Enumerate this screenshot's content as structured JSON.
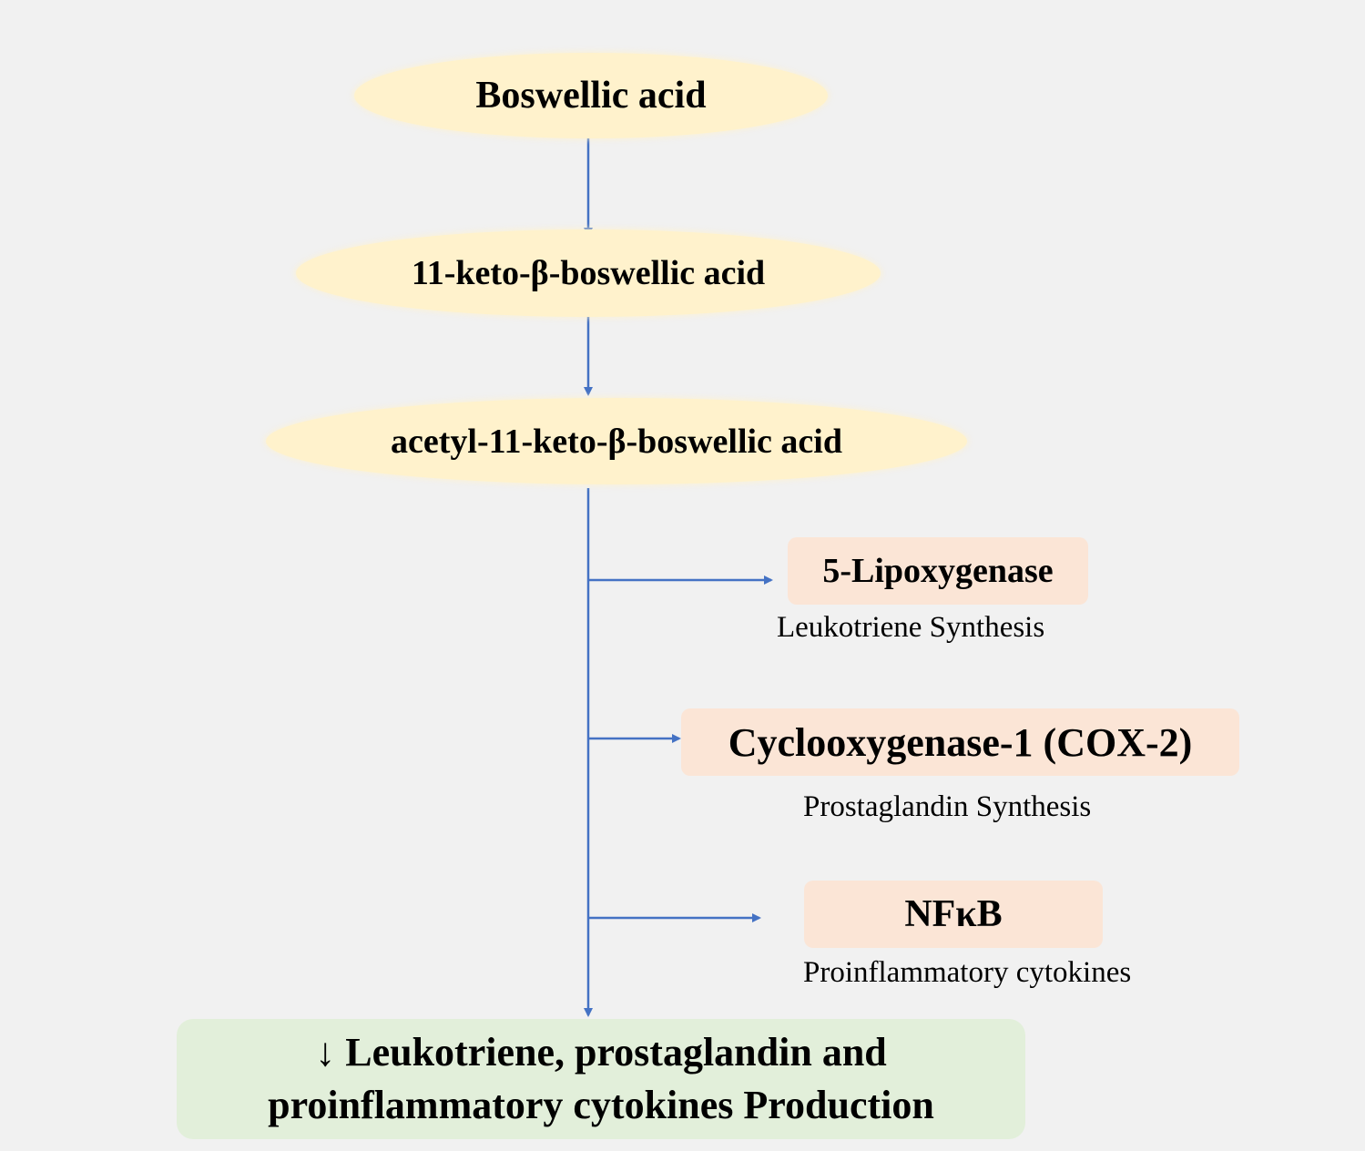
{
  "diagram": {
    "nodes": {
      "boswellic_acid": "Boswellic acid",
      "kba": "11-keto-β-boswellic acid",
      "akba": "acetyl-11-keto-β-boswellic acid"
    },
    "targets": [
      {
        "label": "5-Lipoxygenase",
        "effect": "Leukotriene Synthesis"
      },
      {
        "label": "Cyclooxygenase-1 (COX-2)",
        "effect": "Prostaglandin Synthesis"
      },
      {
        "label": "NFκB",
        "effect": "Proinflammatory cytokines"
      }
    ],
    "result": {
      "line1": "↓ Leukotriene, prostaglandin and",
      "line2": "proinflammatory cytokines Production"
    },
    "colors": {
      "background": "#f1f1f1",
      "arrow": "#4472c4",
      "ellipse_fill": "#fff2cc",
      "target_fill": "#fbe5d6",
      "result_fill": "#e2efda"
    }
  }
}
